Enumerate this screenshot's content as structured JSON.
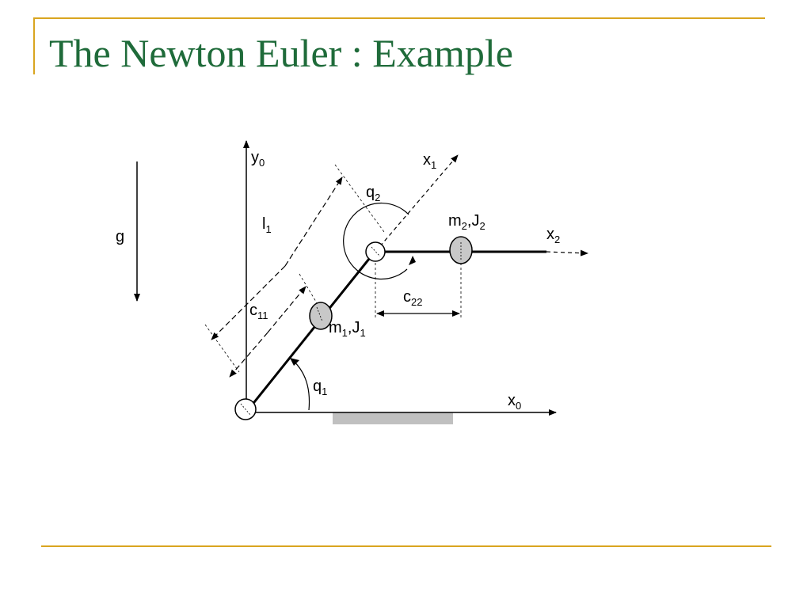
{
  "slide": {
    "title": "The Newton Euler : Example"
  },
  "diagram": {
    "labels": {
      "y": "y",
      "y_sub": "0",
      "x0": "x",
      "x0_sub": "0",
      "x1": "x",
      "x1_sub": "1",
      "x2": "x",
      "x2_sub": "2",
      "q1": "q",
      "q1_sub": "1",
      "q2": "q",
      "q2_sub": "2",
      "l1": "l",
      "l1_sub": "1",
      "c11": "c",
      "c11_sub": "11",
      "c22": "c",
      "c22_sub": "22",
      "m1": "m",
      "m1_sub": "1",
      "J1": "J",
      "J1_sub": "1",
      "m2": "m",
      "m2_sub": "2",
      "J2": "J",
      "J2_sub": "2",
      "g": "g",
      "comma": ","
    },
    "colors": {
      "title": "#1f6b3a",
      "frame": "#d9a520",
      "mass_fill": "#c8c8c8",
      "ground": "#c0c0c0"
    }
  }
}
